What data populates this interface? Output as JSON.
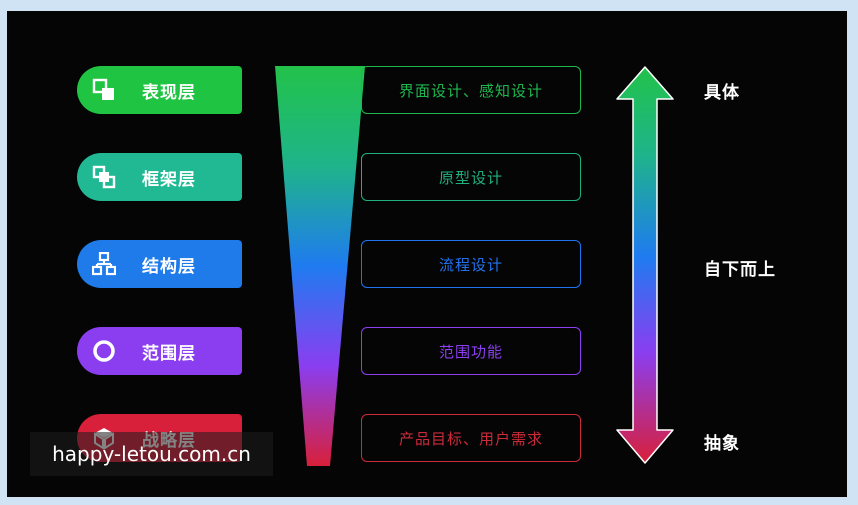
{
  "layers": [
    {
      "label": "表现层",
      "color": "#1fc542",
      "icon": "overlap-squares-icon"
    },
    {
      "label": "框架层",
      "color": "#21b993",
      "icon": "stacked-squares-icon"
    },
    {
      "label": "结构层",
      "color": "#1f7bea",
      "icon": "hierarchy-icon"
    },
    {
      "label": "范围层",
      "color": "#8a3ef0",
      "icon": "ring-icon"
    },
    {
      "label": "战略层",
      "color": "#d8203a",
      "icon": "cube-icon"
    }
  ],
  "boxes": [
    {
      "text": "界面设计、感知设计",
      "color": "#1fb84e"
    },
    {
      "text": "原型设计",
      "color": "#1fb07e"
    },
    {
      "text": "流程设计",
      "color": "#2272f0"
    },
    {
      "text": "范围功能",
      "color": "#8b3ff0"
    },
    {
      "text": "产品目标、用户需求",
      "color": "#cc2a3a"
    }
  ],
  "side_labels": {
    "top": "具体",
    "middle": "自下而上",
    "bottom": "抽象"
  },
  "watermark": "happy-letou.com.cn"
}
